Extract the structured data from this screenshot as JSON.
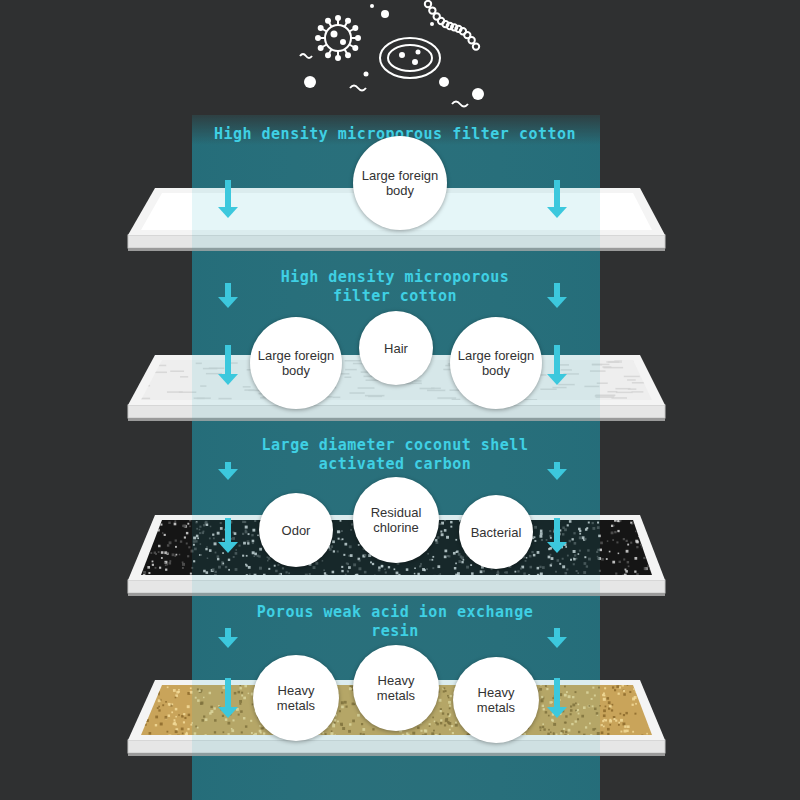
{
  "diagram": {
    "nodes": [
      {
        "text": [
          "High density microporous filter cotton"
        ]
      },
      {
        "text": [
          "Large foreign body"
        ]
      },
      {
        "text": [
          "High density microporous filter cotton"
        ]
      },
      {
        "text": [
          "Large foreign body"
        ]
      },
      {
        "text": [
          "Hair"
        ]
      },
      {
        "text": [
          "Large foreign body"
        ]
      },
      {
        "text": [
          "Large diameter coconut shell activated carbon"
        ]
      },
      {
        "text": [
          "Odor"
        ]
      },
      {
        "text": [
          "Residual chlorine"
        ]
      },
      {
        "text": [
          "Bacterial"
        ]
      },
      {
        "text": [
          "Porous weak acid ion exchange resin"
        ]
      },
      {
        "text": [
          "Heavy metals"
        ]
      },
      {
        "text": [
          "Heavy metals"
        ]
      },
      {
        "text": [
          "Heavy metals"
        ]
      }
    ]
  }
}
